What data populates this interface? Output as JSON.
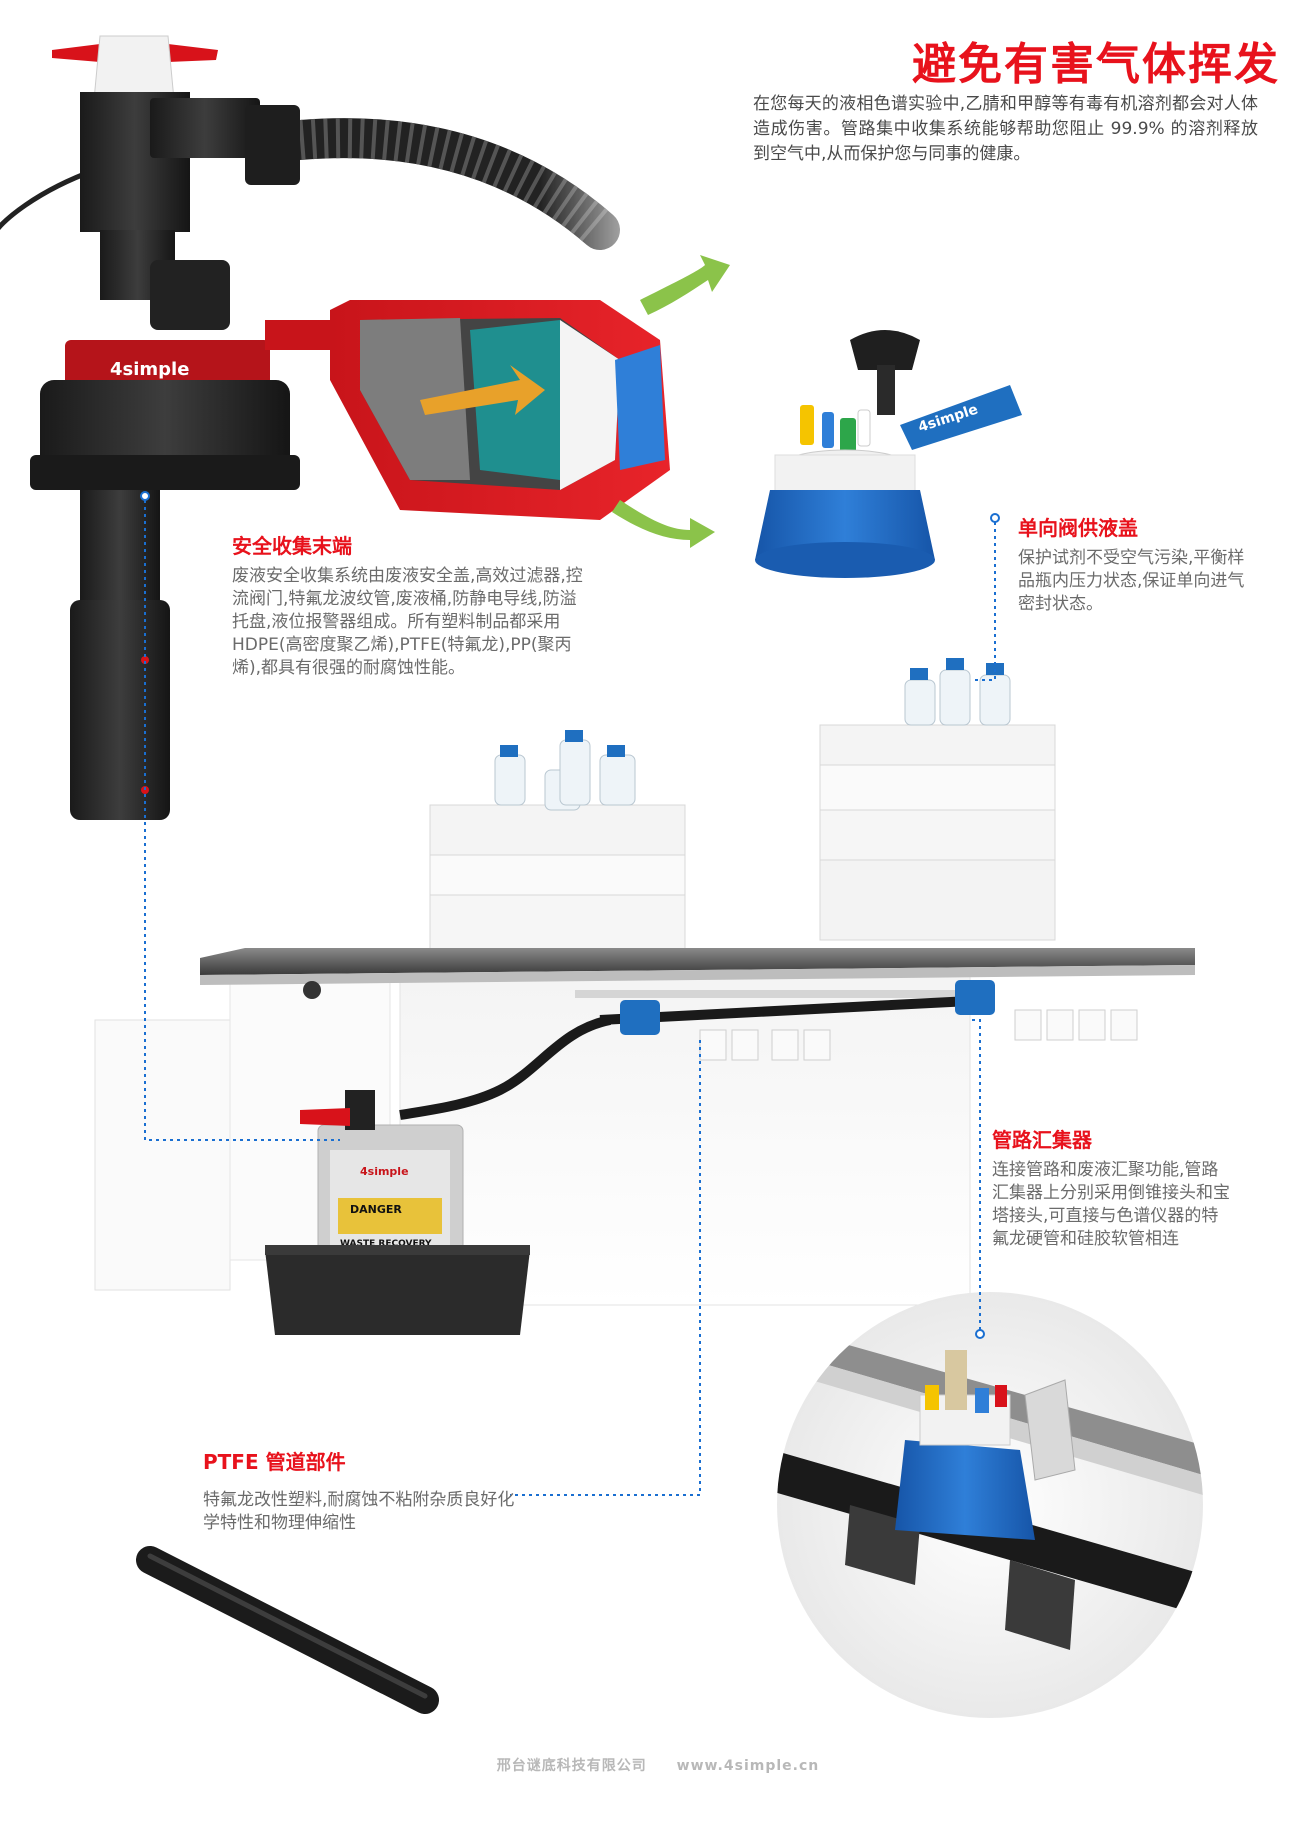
{
  "header": {
    "title": "避免有害气体挥发",
    "intro": "在您每天的液相色谱实验中,乙腈和甲醇等有毒有机溶剂都会对人体造成伤害。管路集中收集系统能够帮助您阻止 99.9% 的溶剂释放到空气中,从而保护您与同事的健康。"
  },
  "sections": {
    "terminal": {
      "title": "安全收集末端",
      "body": "废液安全收集系统由废液安全盖,高效过滤器,控流阀门,特氟龙波纹管,废液桶,防静电导线,防溢托盘,液位报警器组成。所有塑料制品都采用 HDPE(高密度聚乙烯),PTFE(特氟龙),PP(聚丙烯),都具有很强的耐腐蚀性能。"
    },
    "valve_cap": {
      "title": "单向阀供液盖",
      "body": "保护试剂不受空气污染,平衡样品瓶内压力状态,保证单向进气密封状态。"
    },
    "collector": {
      "title": "管路汇集器",
      "body": "连接管路和废液汇聚功能,管路汇集器上分别采用倒锥接头和宝塔接头,可直接与色谱仪器的特氟龙硬管和硅胶软管相连"
    },
    "ptfe": {
      "title": "PTFE 管道部件",
      "body": "特氟龙改性塑料,耐腐蚀不粘附杂质良好化学特性和物理伸缩性"
    }
  },
  "labels": {
    "brand": "4simple",
    "danger": "DANGER",
    "waste": "WASTE RECOVERY"
  },
  "footer": {
    "company": "邢台谜底科技有限公司",
    "website": "www.4simple.cn"
  },
  "colors": {
    "accent": "#e8121c",
    "connector": "#1a6fd1",
    "cap_blue": "#1f6fc0"
  }
}
